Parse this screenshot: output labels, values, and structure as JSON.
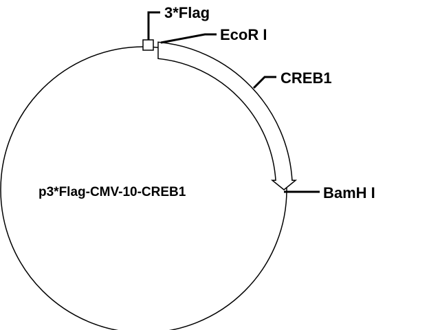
{
  "plasmid": {
    "name": "p3*Flag-CMV-10-CREB1",
    "features": {
      "tag": "3*Flag",
      "site_5prime": "EcoR I",
      "insert": "CREB1",
      "site_3prime": "BamH I"
    }
  },
  "colors": {
    "line": "#000000",
    "background": "#ffffff",
    "arrow_fill": "#ffffff"
  }
}
